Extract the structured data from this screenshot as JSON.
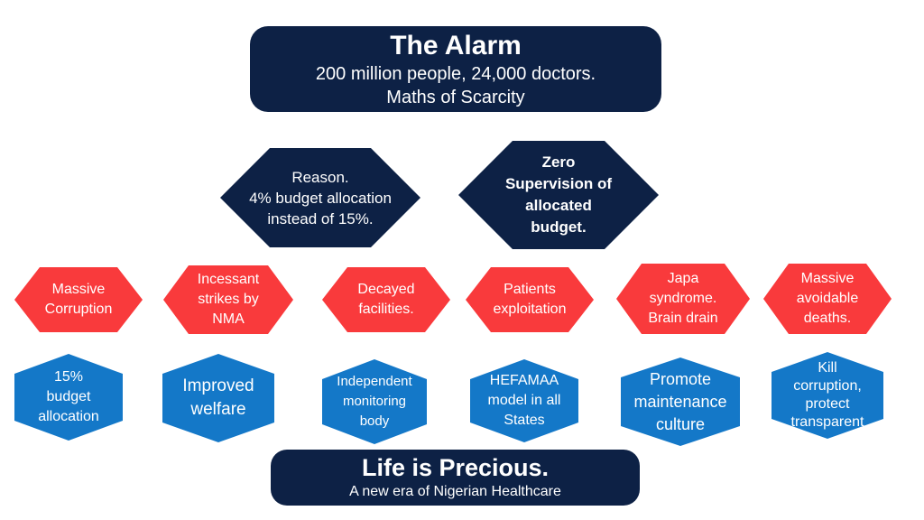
{
  "top": {
    "title": "The  Alarm",
    "line1": "200 million people,  24,000 doctors.",
    "line2": "Maths of Scarcity"
  },
  "reasons": [
    {
      "text": "Reason.\n4% budget allocation\ninstead of 15%."
    },
    {
      "text": "Zero\nSupervision of\nallocated\nbudget."
    }
  ],
  "problems": [
    {
      "text": "Massive\nCorruption"
    },
    {
      "text": "Incessant\nstrikes by\nNMA"
    },
    {
      "text": "Decayed\nfacilities."
    },
    {
      "text": "Patients\nexploitation"
    },
    {
      "text": "Japa\nsyndrome.\nBrain drain"
    },
    {
      "text": "Massive\navoidable\ndeaths."
    }
  ],
  "solutions": [
    {
      "text": "15%\nbudget\nallocation"
    },
    {
      "text": "Improved\nwelfare"
    },
    {
      "text": "Independent\nmonitoring\nbody"
    },
    {
      "text": "HEFAMAA\nmodel in all\nStates"
    },
    {
      "text": "Promote\nmaintenance\nculture"
    },
    {
      "text": "Kill\ncorruption,\nprotect\ntransparent"
    }
  ],
  "bottom": {
    "title": "Life is Precious.",
    "subtitle": "A new era of Nigerian Healthcare"
  },
  "colors": {
    "navy": "#0d2145",
    "red": "#f93a3c",
    "blue": "#1478c8"
  }
}
